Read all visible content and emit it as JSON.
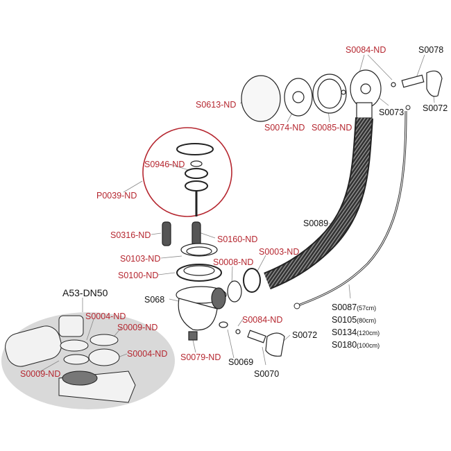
{
  "colors": {
    "accent_red": "#b5262f",
    "text": "#111111",
    "group_bg": "#d9d9d9"
  },
  "labels": {
    "s0084_top": "S0084-ND",
    "s0078": "S0078",
    "s0613": "S0613-ND",
    "s0073": "S0073",
    "s0072_top": "S0072",
    "s0074": "S0074-ND",
    "s0085": "S0085-ND",
    "s0946": "S0946-ND",
    "p0039": "P0039-ND",
    "s0089": "S0089",
    "s0316": "S0316-ND",
    "s0160": "S0160-ND",
    "s0003": "S0003-ND",
    "s0103": "S0103-ND",
    "s0008": "S0008-ND",
    "s0100": "S0100-ND",
    "s068": "S068",
    "a53": "A53-DN50",
    "s0004_a": "S0004-ND",
    "s0009_a": "S0009-ND",
    "s0084_bottom": "S0084-ND",
    "s0004_b": "S0004-ND",
    "s0072_bottom": "S0072",
    "s0009_b": "S0009-ND",
    "s0079": "S0079-ND",
    "s0069": "S0069",
    "s0070": "S0070"
  },
  "cables": [
    {
      "code": "S0087",
      "length": "(57cm)"
    },
    {
      "code": "S0105",
      "length": "(80cm)"
    },
    {
      "code": "S0134",
      "length": "(120cm)"
    },
    {
      "code": "S0180",
      "length": "(100cm)"
    }
  ]
}
